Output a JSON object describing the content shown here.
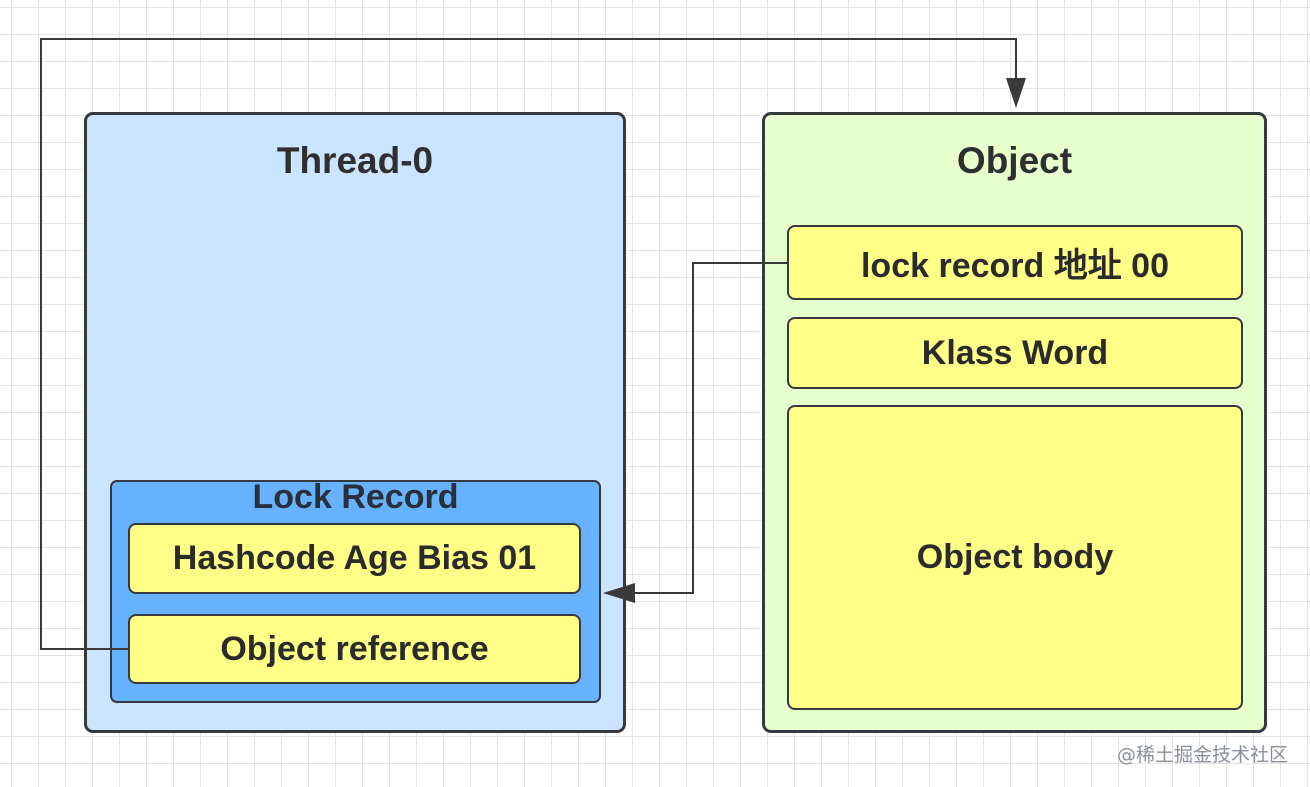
{
  "thread": {
    "title": "Thread-0",
    "lock_record": {
      "title": "Lock Record",
      "fields": [
        "Hashcode Age Bias 01",
        "Object reference"
      ]
    }
  },
  "object": {
    "title": "Object",
    "fields": [
      "lock record 地址 00",
      "Klass Word",
      "Object body"
    ]
  },
  "colors": {
    "thread_fill": "#cce5ff",
    "lock_record_fill": "#66b2ff",
    "object_fill": "#e6ffcc",
    "field_fill": "#ffff88",
    "stroke": "#36393d"
  },
  "watermark": "@稀土掘金技术社区"
}
